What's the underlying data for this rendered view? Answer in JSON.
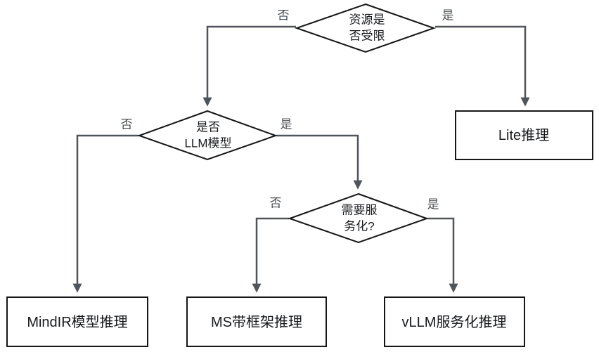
{
  "diagram": {
    "title": "inference-path-decision-flowchart",
    "decisions": [
      {
        "id": "resource-limited",
        "line1": "资源是",
        "line2": "否受限"
      },
      {
        "id": "is-llm-model",
        "line1": "是否",
        "line2": "LLM模型"
      },
      {
        "id": "need-serving",
        "line1": "需要服",
        "line2": "务化?"
      }
    ],
    "boxes": [
      {
        "id": "lite",
        "label": "Lite推理"
      },
      {
        "id": "mindir",
        "label": "MindIR模型推理"
      },
      {
        "id": "ms-framework",
        "label": "MS带框架推理"
      },
      {
        "id": "vllm",
        "label": "vLLM服务化推理"
      }
    ],
    "edges": [
      {
        "from": "resource-limited",
        "to": "is-llm-model",
        "label": "否"
      },
      {
        "from": "resource-limited",
        "to": "lite",
        "label": "是"
      },
      {
        "from": "is-llm-model",
        "to": "mindir",
        "label": "否"
      },
      {
        "from": "is-llm-model",
        "to": "need-serving",
        "label": "是"
      },
      {
        "from": "need-serving",
        "to": "ms-framework",
        "label": "否"
      },
      {
        "from": "need-serving",
        "to": "vllm",
        "label": "是"
      }
    ],
    "colors": {
      "connector": "#50555c",
      "shape_border": "#161616",
      "node_text": "#17191c",
      "edge_label_text": "#4a4f55",
      "background": "#ffffff"
    }
  }
}
